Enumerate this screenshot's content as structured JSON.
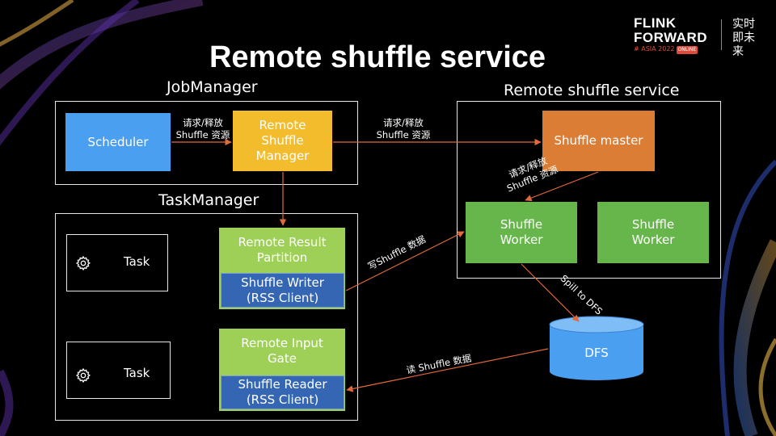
{
  "slide": {
    "title": "Remote shuffle service"
  },
  "logo": {
    "line1": "FLINK",
    "line2": "FORWARD",
    "edition": "# ASIA 2022",
    "badge": "ONLINE",
    "cn": "实时即未来"
  },
  "job_manager": {
    "label": "JobManager",
    "scheduler": "Scheduler",
    "remote_shuffle_manager": "Remote\nShuffle\nManager",
    "arrow_label": "请求/释放\nShuffle 资源"
  },
  "task_manager": {
    "label": "TaskManager",
    "task1": "Task",
    "task2": "Task",
    "result_partition": "Remote Result\nPartition",
    "shuffle_writer": "Shuffle Writer\n(RSS Client)",
    "input_gate": "Remote Input\nGate",
    "shuffle_reader": "Shuffle Reader\n(RSS Client)"
  },
  "remote_service": {
    "label": "Remote shuffle service",
    "shuffle_master": "Shuffle master",
    "worker1": "Shuffle\nWorker",
    "worker2": "Shuffle\nWorker",
    "arrow_label_top": "请求/释放\nShuffle 资源",
    "arrow_label_diag": "请求/释放\nShuffle 资源"
  },
  "storage": {
    "dfs": "DFS",
    "write_label": "写Shuffle 数据",
    "spill_label": "Spill to DFS",
    "read_label": "读 Shuffle 数据"
  },
  "colors": {
    "arrow": "#e2693a",
    "scheduler": "#4b9ff0",
    "manager": "#f2bc2d",
    "master": "#dc7d36",
    "worker": "#67b64b",
    "partition": "#9ed057",
    "client": "#3466b4",
    "dfs": "#4b9ff0"
  }
}
